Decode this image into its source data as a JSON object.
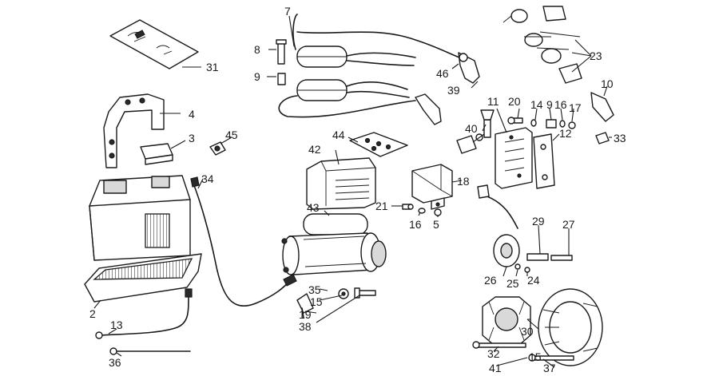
{
  "diagram": {
    "type": "exploded-parts-diagram",
    "callouts": {
      "c2": "2",
      "c3": "3",
      "c4": "4",
      "c5": "5",
      "c7": "7",
      "c8": "8",
      "c9a": "9",
      "c9b": "9",
      "c10": "10",
      "c11": "11",
      "c12": "12",
      "c13": "13",
      "c14": "14",
      "c15": "15",
      "c16a": "16",
      "c16b": "16",
      "c17": "17",
      "c18": "18",
      "c19": "19",
      "c20": "20",
      "c21": "21",
      "c23": "23",
      "c24": "24",
      "c25": "25",
      "c26": "26",
      "c27": "27",
      "c29": "29",
      "c30": "30",
      "c31": "31",
      "c32": "32",
      "c33": "33",
      "c34": "34",
      "c35": "35",
      "c36": "36",
      "c37": "37",
      "c38": "38",
      "c39": "39",
      "c40": "40",
      "c41": "41",
      "c42": "42",
      "c43": "43",
      "c44": "44",
      "c45": "45",
      "c46": "46"
    }
  }
}
